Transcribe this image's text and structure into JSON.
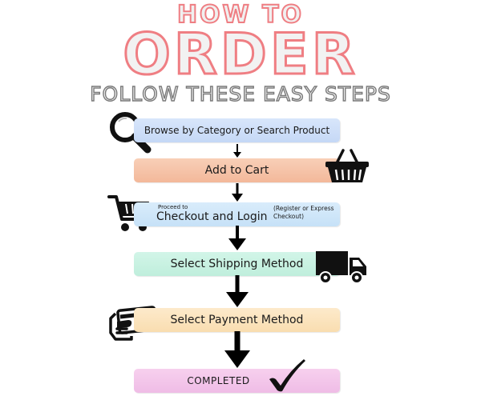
{
  "title": {
    "line1": "HOW TO",
    "line2": "ORDER",
    "line3": "FOLLOW THESE EASY STEPS"
  },
  "steps": [
    {
      "label": "Browse by Category or Search Product",
      "icon": "magnifier-icon"
    },
    {
      "label": "Add to Cart",
      "icon": "basket-icon"
    },
    {
      "pre_label": "Proceed to",
      "label": "Checkout and Login",
      "note": "(Register or Express Checkout)",
      "icon": "shopping-cart-icon"
    },
    {
      "label": "Select Shipping Method",
      "icon": "truck-icon"
    },
    {
      "label": "Select Payment Method",
      "icon": "card-hand-icon"
    },
    {
      "label": "COMPLETED",
      "icon": "checkmark-icon"
    }
  ],
  "colors": {
    "title_outline": "#ef7e83",
    "subtitle_outline": "#7a7a7a",
    "step1_bg": "#c5d8f6",
    "step2_bg": "#f3b89a",
    "step3_bg": "#c6e1f7",
    "step4_bg": "#bfeedc",
    "step5_bg": "#f9ddb0",
    "step6_bg": "#efbce6",
    "arrows": "#000000"
  }
}
